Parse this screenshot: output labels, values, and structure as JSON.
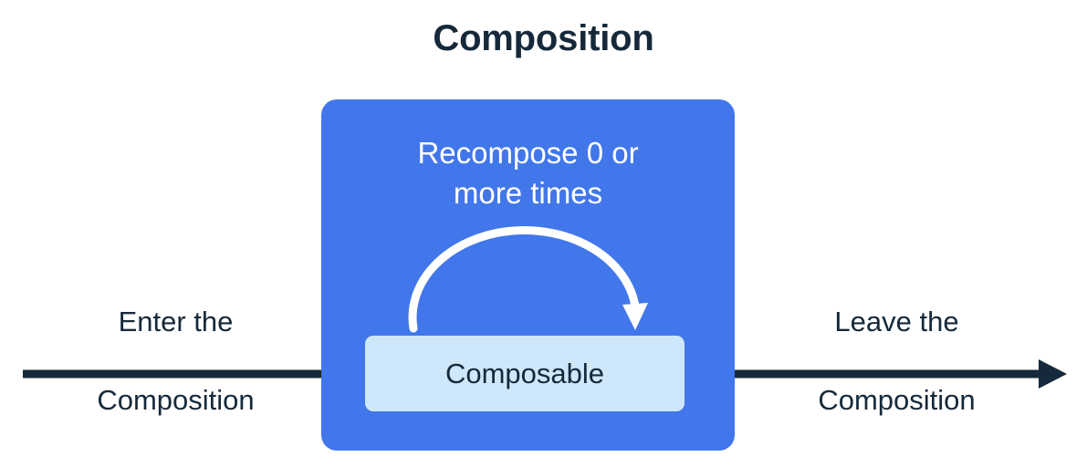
{
  "diagram": {
    "title": "Composition",
    "colors": {
      "background": "#ffffff",
      "composition_fill": "#4277eb",
      "composable_fill": "#cfe7fb",
      "text_dark": "#16293a",
      "text_light": "#ffffff",
      "arrow_dark": "#16293a",
      "loop_arrow": "#ffffff"
    },
    "composition_container": {
      "label": "",
      "recompose_caption": "Recompose 0 or\nmore times",
      "recompose_caption_line1": "Recompose 0 or",
      "recompose_caption_line2": "more times"
    },
    "composable_node": {
      "label": "Composable"
    },
    "flow": {
      "enter_label": "Enter the\nComposition",
      "enter_label_line1": "Enter the",
      "enter_label_line2": "Composition",
      "leave_label": "Leave the\nComposition",
      "leave_label_line1": "Leave the",
      "leave_label_line2": "Composition"
    },
    "icons": {
      "enter_arrow": "arrow-right-icon",
      "leave_arrow": "arrow-right-icon",
      "recompose_loop": "loop-arrow-icon"
    }
  }
}
